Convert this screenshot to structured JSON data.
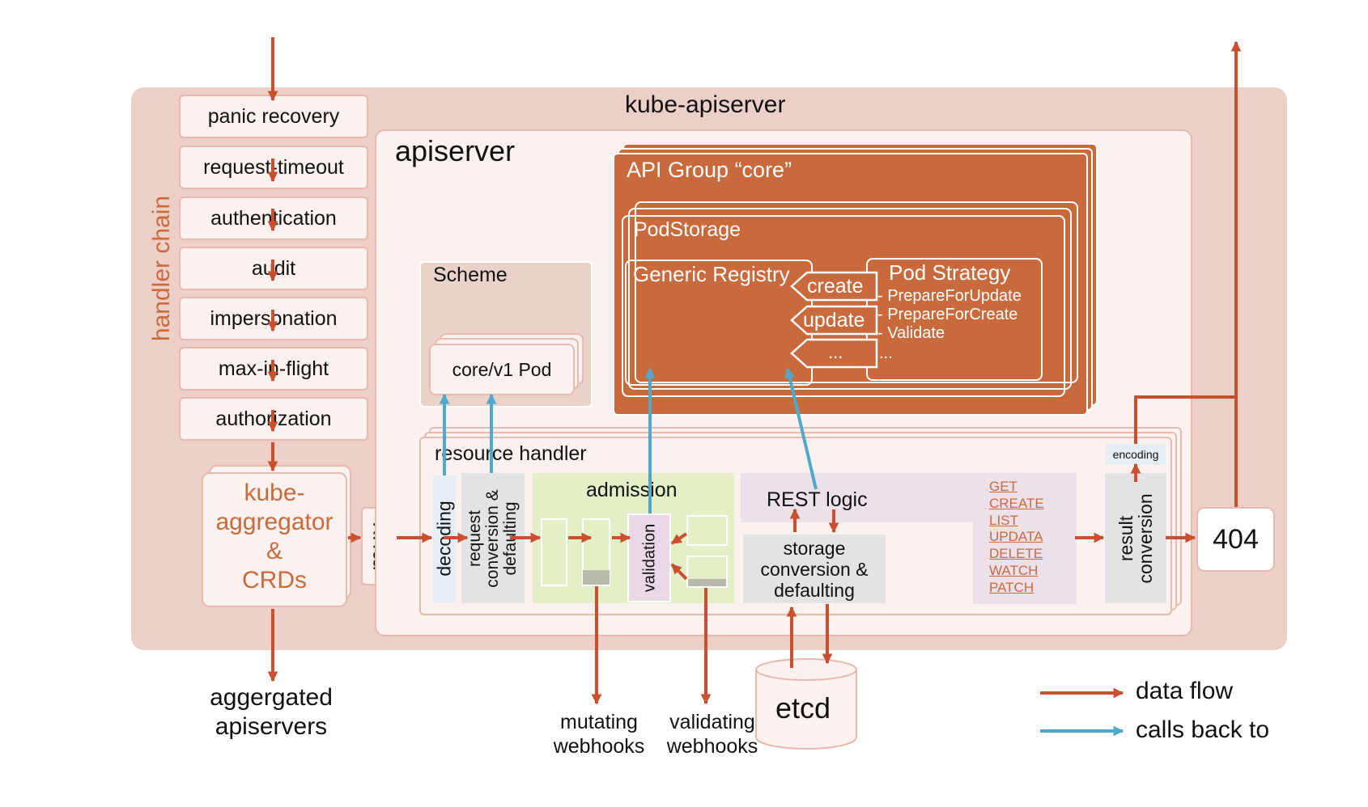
{
  "title": "kube-apiserver",
  "handler_chain_label": "handler chain",
  "chain": [
    "panic recovery",
    "request-timeout",
    "authentication",
    "audit",
    "impersonation",
    "max-in-flight",
    "authorization"
  ],
  "aggregator": [
    "kube-",
    "aggregator",
    "&",
    "CRDs"
  ],
  "aggregated_label": [
    "aggergated",
    "apiservers"
  ],
  "mux_label": "mux",
  "apiserver_label": "apiserver",
  "scheme": {
    "title": "Scheme",
    "item": "core/v1 Pod"
  },
  "api_group": {
    "title": "API Group “core”",
    "pod_storage": "PodStorage",
    "generic_registry": "Generic Registry",
    "verbs": [
      "create",
      "update",
      "..."
    ],
    "pod_strategy": {
      "title": "Pod Strategy",
      "items": [
        "- PrepareForUpdate",
        "- PrepareForCreate",
        "- Validate",
        "..."
      ]
    }
  },
  "resource_handler": {
    "title": "resource handler",
    "decoding": "decoding",
    "request_conversion": [
      "request",
      "conversion &",
      "defaulting"
    ],
    "admission": "admission",
    "validation": "validation",
    "rest_logic": "REST logic",
    "methods": [
      "GET",
      "CREATE",
      "LIST",
      "UPDATA",
      "DELETE",
      "WATCH",
      "PATCH"
    ],
    "storage_conversion": [
      "storage",
      "conversion &",
      "defaulting"
    ],
    "result_conversion": [
      "result",
      "conversion"
    ],
    "encoding": "encoding"
  },
  "status_404": "404",
  "etcd": "etcd",
  "webhooks": {
    "mutating": [
      "mutating",
      "webhooks"
    ],
    "validating": [
      "validating",
      "webhooks"
    ]
  },
  "legend": {
    "data_flow": "data flow",
    "calls_back": "calls back to"
  },
  "colors": {
    "data_flow": "#c9502f",
    "calls_back": "#4fa9cc",
    "orange": "#c96a3d",
    "pink_bg": "#eccfc6"
  }
}
